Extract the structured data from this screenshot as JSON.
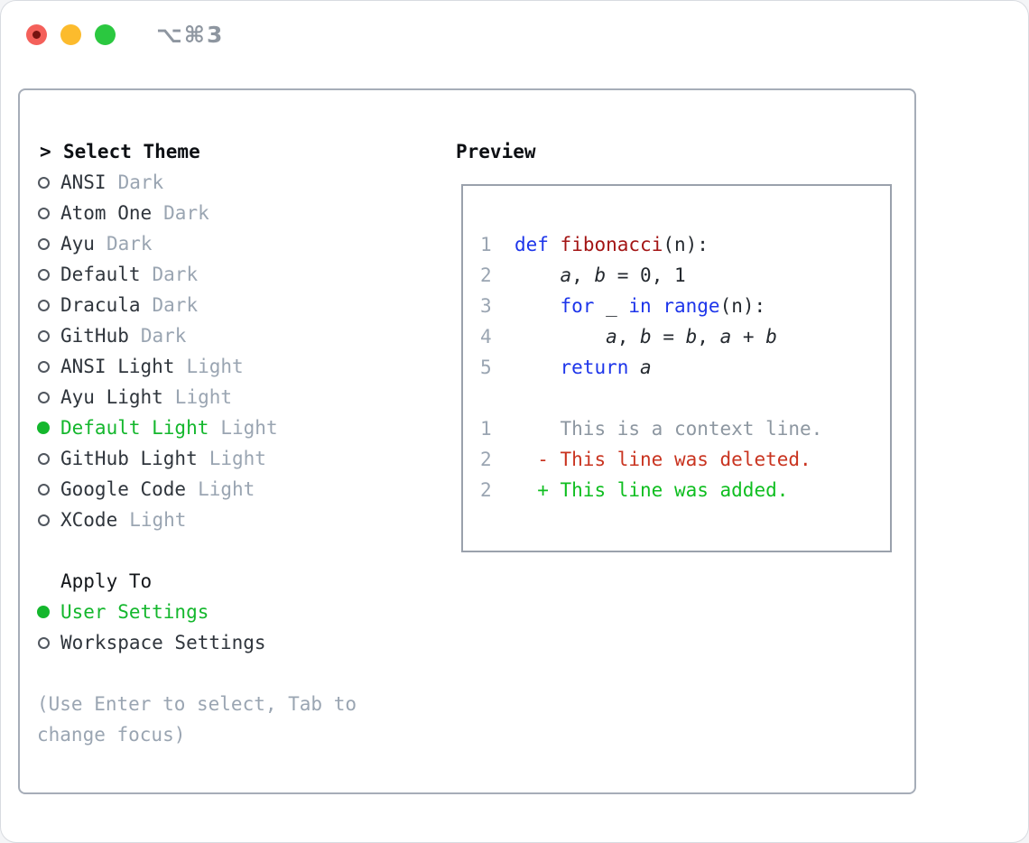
{
  "window": {
    "title": "⌥⌘3",
    "traffic_lights": [
      "close-button",
      "minimize-button",
      "zoom-button"
    ]
  },
  "theme_list": {
    "header_prefix": ">",
    "header": "Select Theme",
    "items": [
      {
        "name": "ANSI",
        "variant": "Dark",
        "selected": false
      },
      {
        "name": "Atom One",
        "variant": "Dark",
        "selected": false
      },
      {
        "name": "Ayu",
        "variant": "Dark",
        "selected": false
      },
      {
        "name": "Default",
        "variant": "Dark",
        "selected": false
      },
      {
        "name": "Dracula",
        "variant": "Dark",
        "selected": false
      },
      {
        "name": "GitHub",
        "variant": "Dark",
        "selected": false
      },
      {
        "name": "ANSI Light",
        "variant": "Light",
        "selected": false
      },
      {
        "name": "Ayu Light",
        "variant": "Light",
        "selected": false
      },
      {
        "name": "Default Light",
        "variant": "Light",
        "selected": true
      },
      {
        "name": "GitHub Light",
        "variant": "Light",
        "selected": false
      },
      {
        "name": "Google Code",
        "variant": "Light",
        "selected": false
      },
      {
        "name": "XCode",
        "variant": "Light",
        "selected": false
      }
    ]
  },
  "apply_to": {
    "header": "Apply To",
    "items": [
      {
        "label": "User Settings",
        "selected": true
      },
      {
        "label": "Workspace Settings",
        "selected": false
      }
    ]
  },
  "hint_lines": [
    "(Use Enter to select, Tab to",
    "change focus)"
  ],
  "preview": {
    "header": "Preview",
    "code_lines": [
      {
        "num": "1",
        "tokens": [
          {
            "t": "  ",
            "s": "plain"
          },
          {
            "t": "def",
            "s": "kw"
          },
          {
            "t": " ",
            "s": "plain"
          },
          {
            "t": "fibonacci",
            "s": "fn"
          },
          {
            "t": "(n):",
            "s": "plain"
          }
        ]
      },
      {
        "num": "2",
        "tokens": [
          {
            "t": "      ",
            "s": "plain"
          },
          {
            "t": "a",
            "s": "var"
          },
          {
            "t": ", ",
            "s": "plain"
          },
          {
            "t": "b",
            "s": "var"
          },
          {
            "t": " = 0, 1",
            "s": "plain"
          }
        ]
      },
      {
        "num": "3",
        "tokens": [
          {
            "t": "      ",
            "s": "plain"
          },
          {
            "t": "for",
            "s": "kw"
          },
          {
            "t": " _ ",
            "s": "plain"
          },
          {
            "t": "in",
            "s": "kw"
          },
          {
            "t": " ",
            "s": "plain"
          },
          {
            "t": "range",
            "s": "kw"
          },
          {
            "t": "(n):",
            "s": "plain"
          }
        ]
      },
      {
        "num": "4",
        "tokens": [
          {
            "t": "          ",
            "s": "plain"
          },
          {
            "t": "a",
            "s": "var"
          },
          {
            "t": ", ",
            "s": "plain"
          },
          {
            "t": "b",
            "s": "var"
          },
          {
            "t": " = ",
            "s": "plain"
          },
          {
            "t": "b",
            "s": "var"
          },
          {
            "t": ", ",
            "s": "plain"
          },
          {
            "t": "a",
            "s": "var"
          },
          {
            "t": " + ",
            "s": "plain"
          },
          {
            "t": "b",
            "s": "var"
          }
        ]
      },
      {
        "num": "5",
        "tokens": [
          {
            "t": "      ",
            "s": "plain"
          },
          {
            "t": "return",
            "s": "kw"
          },
          {
            "t": " ",
            "s": "plain"
          },
          {
            "t": "a",
            "s": "var"
          }
        ]
      }
    ],
    "diff_lines": [
      {
        "num": "1",
        "kind": "ctx",
        "body": "      This is a context line."
      },
      {
        "num": "2",
        "kind": "del",
        "body": "    - This line was deleted."
      },
      {
        "num": "2",
        "kind": "add",
        "body": "    + This line was added."
      }
    ]
  },
  "colors": {
    "selection_green": "#14b72d",
    "diff_added_green": "#0fbe20",
    "diff_deleted_red": "#c93420",
    "keyword_blue": "#1d35ea",
    "function_red": "#a31515",
    "muted_gray": "#9aa5b2",
    "border_gray": "#a6adb8"
  }
}
